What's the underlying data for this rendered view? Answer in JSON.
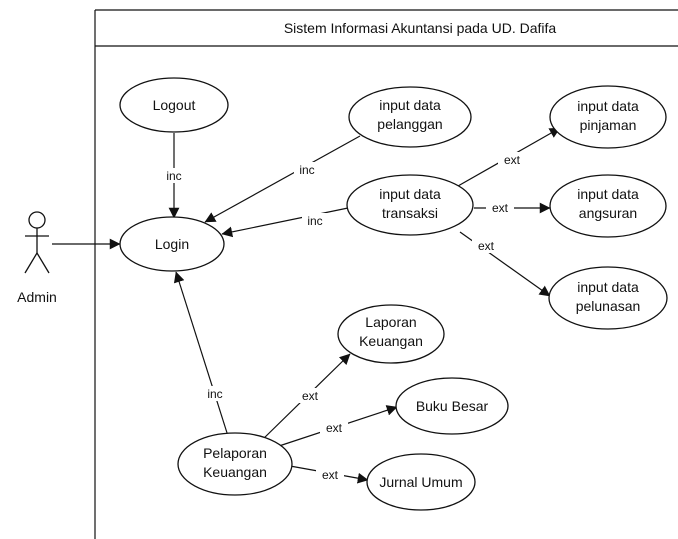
{
  "system": {
    "title": "Sistem Informasi Akuntansi pada UD. Dafifa"
  },
  "actor": {
    "name": "Admin"
  },
  "use_cases": {
    "logout": [
      "Logout"
    ],
    "login": [
      "Login"
    ],
    "pelanggan": [
      "input data",
      "pelanggan"
    ],
    "transaksi": [
      "input data",
      "transaksi"
    ],
    "pinjaman": [
      "input data",
      "pinjaman"
    ],
    "angsuran": [
      "input data",
      "angsuran"
    ],
    "pelunasan": [
      "input data",
      "pelunasan"
    ],
    "laporan": [
      "Laporan",
      "Keuangan"
    ],
    "buku_besar": [
      "Buku Besar"
    ],
    "jurnal": [
      "Jurnal Umum"
    ],
    "pelaporan": [
      "Pelaporan",
      "Keuangan"
    ]
  },
  "relations": {
    "logout_login": "inc",
    "pelanggan_login": "inc",
    "transaksi_login": "inc",
    "pelaporan_login": "inc",
    "transaksi_pinjaman": "ext",
    "transaksi_angsuran": "ext",
    "transaksi_pelunasan": "ext",
    "pelaporan_laporan": "ext",
    "pelaporan_buku": "ext",
    "pelaporan_jurnal": "ext"
  },
  "colors": {
    "stroke": "#111111",
    "background": "#ffffff"
  }
}
